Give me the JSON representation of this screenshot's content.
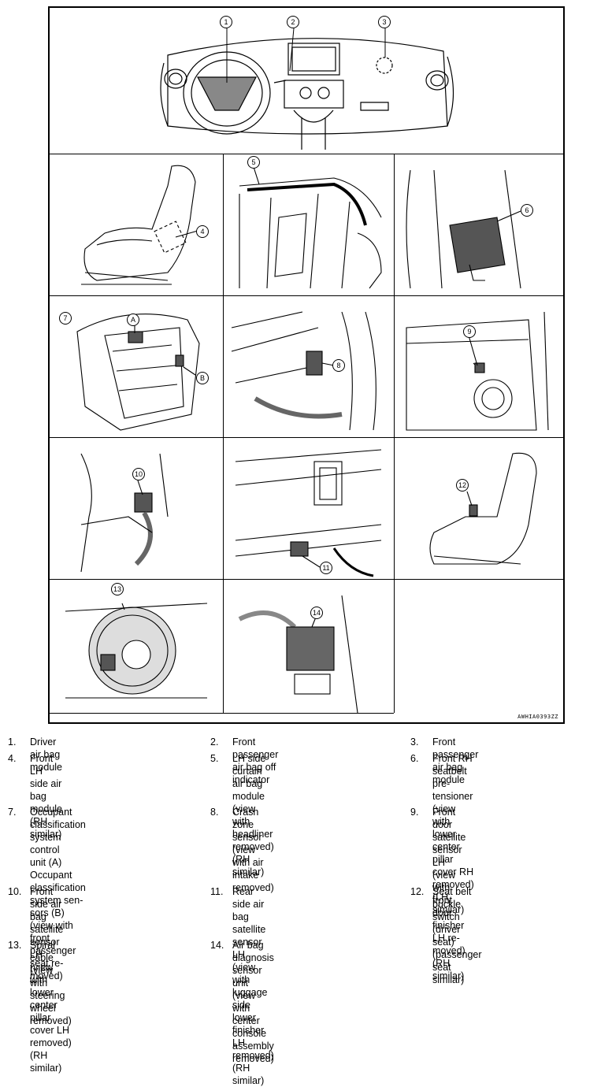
{
  "figure": {
    "code": "AWHIA0393ZZ",
    "callouts": {
      "c1": "1",
      "c2": "2",
      "c3": "3",
      "c4": "4",
      "c5": "5",
      "c6": "6",
      "c7": "7",
      "cA": "A",
      "cB": "B",
      "c8": "8",
      "c9": "9",
      "c10": "10",
      "c11": "11",
      "c12": "12",
      "c13": "13",
      "c14": "14"
    }
  },
  "legend": [
    {
      "num": "1.",
      "text": "Driver air bag module"
    },
    {
      "num": "2.",
      "text": "Front passenger air bag off indicator"
    },
    {
      "num": "3.",
      "text": "Front passenger air bag module"
    },
    {
      "num": "4.",
      "text": "Front LH side air bag module\n(RH similar)"
    },
    {
      "num": "5.",
      "text": "LH side curtain air bag module\n(view with headliner removed)\n(RH similar)"
    },
    {
      "num": "6.",
      "text": "Front RH seatbelt pre-tensioner\n(view with lower center pillar cover RH\nremoved)\n(LH similar)"
    },
    {
      "num": "7.",
      "text": "Occupant classification system control\nunit (A)\nOccupant classification system sen-\nsors (B)\n(view with front passenger seat re-\nmoved)"
    },
    {
      "num": "8.",
      "text": "Crash zone sensor\n(view with air intake removed)"
    },
    {
      "num": "9.",
      "text": "Front door satellite sensor LH\n(view with front door finisher LH re-\nmoved)\n(RH similar)"
    },
    {
      "num": "10.",
      "text": "Front side air bag satellite sensor LH\n(view with lower center pillar cover LH\nremoved)\n(RH similar)"
    },
    {
      "num": "11.",
      "text": "Rear side air bag satellite sensor LH\n(view with luggage side lower finisher\nLH removed)\n(RH similar)"
    },
    {
      "num": "12.",
      "text": "Seat belt buckle switch (driver seat)\n(passenger seat similar)"
    },
    {
      "num": "13.",
      "text": "Spiral cable\n(view with steering wheel removed)"
    },
    {
      "num": "14.",
      "text": "Air bag diagnosis sensor unit\n(view with center console assembly\nremoved)"
    }
  ]
}
